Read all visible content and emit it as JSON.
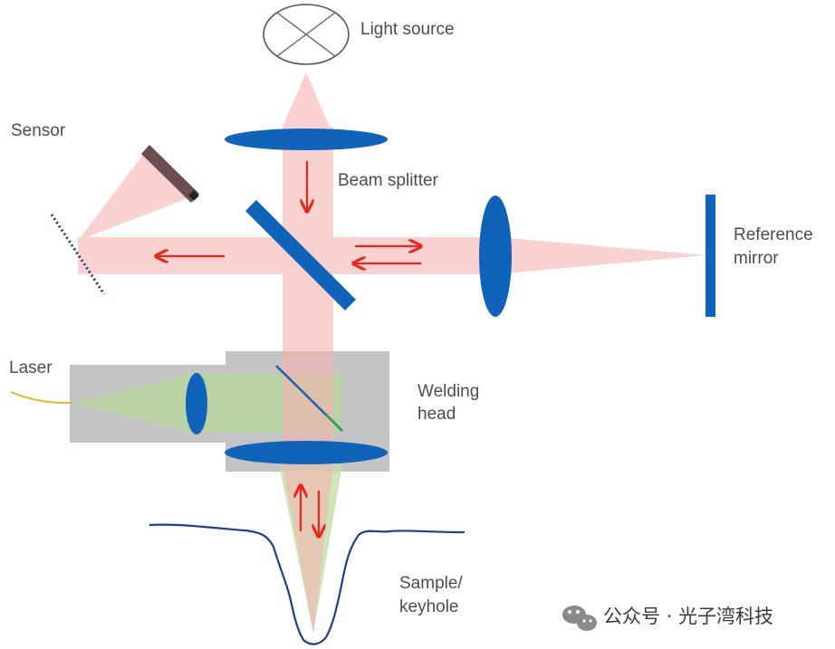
{
  "labels": {
    "light_source": "Light source",
    "sensor": "Sensor",
    "beam_splitter": "Beam splitter",
    "reference_mirror_line1": "Reference",
    "reference_mirror_line2": "mirror",
    "laser": "Laser",
    "welding_head_line1": "Welding",
    "welding_head_line2": "head",
    "sample_line1": "Sample/",
    "sample_line2": "keyhole"
  },
  "watermark": {
    "text": "公众号 · 光子湾科技",
    "icon": "wechat-icon"
  },
  "colors": {
    "lens_blue": "#0f63b8",
    "beam_pink": "#f6b3b3",
    "laser_green": "#b5d89a",
    "arrow_red": "#e8261c",
    "housing_gray": "#c3c3c3",
    "keyhole_outline": "#1d3f8f",
    "fiber_yellow": "#e3b52a"
  }
}
